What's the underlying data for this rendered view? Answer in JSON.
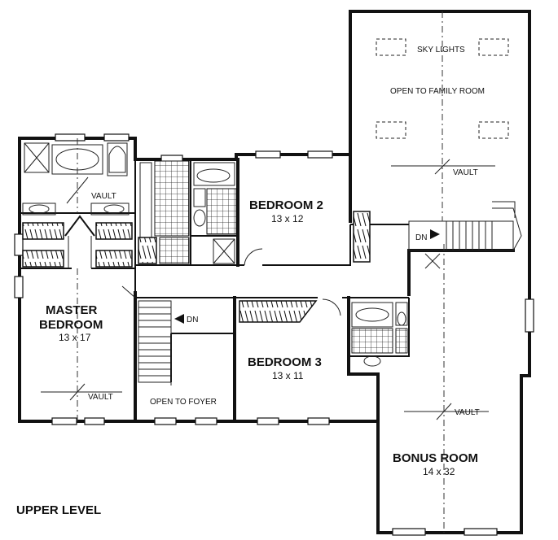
{
  "plan_title": "UPPER LEVEL",
  "rooms": {
    "master_bedroom": {
      "name_line1": "MASTER",
      "name_line2": "BEDROOM",
      "size": "13 x 17",
      "ceiling": "VAULT"
    },
    "master_bath": {
      "ceiling": "VAULT"
    },
    "bedroom_2": {
      "name": "BEDROOM 2",
      "size": "13 x 12"
    },
    "bedroom_3": {
      "name": "BEDROOM 3",
      "size": "13 x 11"
    },
    "bonus_room": {
      "name": "BONUS ROOM",
      "size": "14 x 32",
      "ceiling": "VAULT"
    },
    "open_family": {
      "skylights": "SKY LIGHTS",
      "label": "OPEN TO FAMILY ROOM",
      "ceiling": "VAULT"
    },
    "open_foyer": {
      "label": "OPEN TO FOYER"
    }
  },
  "stairs": {
    "main_down": "DN",
    "bonus_down": "DN"
  }
}
